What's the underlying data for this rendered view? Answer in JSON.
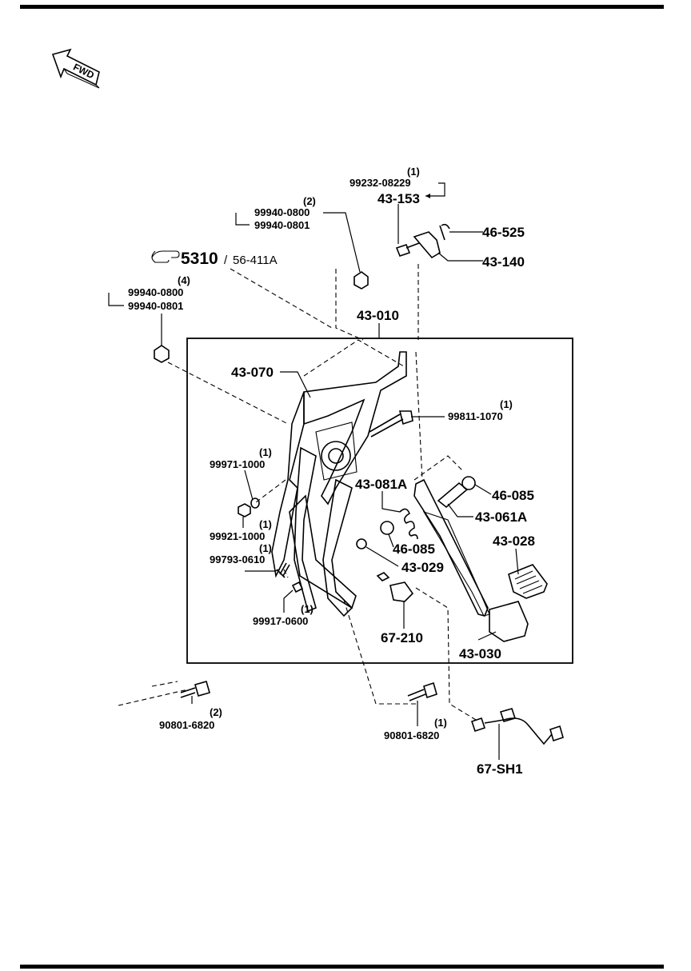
{
  "fwd_label": "FWD",
  "ref": {
    "number": "5310",
    "separator": "/",
    "sub": "56-411A"
  },
  "assembly_box": {
    "label": "43-010"
  },
  "callouts": [
    {
      "id": "c-99232",
      "qty": "(1)",
      "lines": [
        "99232-08229"
      ]
    },
    {
      "id": "c-43153",
      "qty": "",
      "lines": [
        "43-153"
      ]
    },
    {
      "id": "c-46525",
      "qty": "",
      "lines": [
        "46-525"
      ]
    },
    {
      "id": "c-43140",
      "qty": "",
      "lines": [
        "43-140"
      ]
    },
    {
      "id": "c-99940a",
      "qty": "(2)",
      "lines": [
        "99940-0800",
        "99940-0801"
      ]
    },
    {
      "id": "c-99940b",
      "qty": "(4)",
      "lines": [
        "99940-0800",
        "99940-0801"
      ]
    },
    {
      "id": "c-43070",
      "qty": "",
      "lines": [
        "43-070"
      ]
    },
    {
      "id": "c-99811",
      "qty": "(1)",
      "lines": [
        "99811-1070"
      ]
    },
    {
      "id": "c-99971",
      "qty": "(1)",
      "lines": [
        "99971-1000"
      ]
    },
    {
      "id": "c-99921",
      "qty": "(1)",
      "lines": [
        "99921-1000"
      ]
    },
    {
      "id": "c-99793",
      "qty": "(1)",
      "lines": [
        "99793-0610"
      ]
    },
    {
      "id": "c-99917",
      "qty": "(1)",
      "lines": [
        "99917-0600"
      ]
    },
    {
      "id": "c-43081A",
      "qty": "",
      "lines": [
        "43-081A"
      ]
    },
    {
      "id": "c-46085a",
      "qty": "",
      "lines": [
        "46-085"
      ]
    },
    {
      "id": "c-43061A",
      "qty": "",
      "lines": [
        "43-061A"
      ]
    },
    {
      "id": "c-43028",
      "qty": "",
      "lines": [
        "43-028"
      ]
    },
    {
      "id": "c-46085b",
      "qty": "",
      "lines": [
        "46-085"
      ]
    },
    {
      "id": "c-43029",
      "qty": "",
      "lines": [
        "43-029"
      ]
    },
    {
      "id": "c-67210",
      "qty": "",
      "lines": [
        "67-210"
      ]
    },
    {
      "id": "c-43030",
      "qty": "",
      "lines": [
        "43-030"
      ]
    },
    {
      "id": "c-90801a",
      "qty": "(2)",
      "lines": [
        "90801-6820"
      ]
    },
    {
      "id": "c-90801b",
      "qty": "(1)",
      "lines": [
        "90801-6820"
      ]
    },
    {
      "id": "c-67SH1",
      "qty": "",
      "lines": [
        "67-SH1"
      ]
    }
  ]
}
